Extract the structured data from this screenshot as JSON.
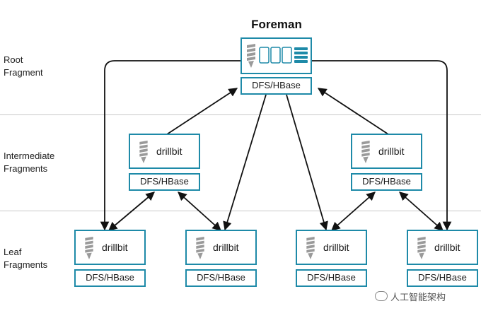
{
  "title": "Foreman",
  "layers": {
    "root": "Root\nFragment",
    "intermediate": "Intermediate\nFragments",
    "leaf": "Leaf\nFragments"
  },
  "storage_label": "DFS/HBase",
  "node_label": "drillbit",
  "watermark": "人工智能架构",
  "colors": {
    "box_border": "#1e8aa8",
    "arrow": "#111111",
    "icon": "#9a9a9a",
    "divider": "#c8c8c8"
  },
  "icons": {
    "drill": "drill-bit-icon",
    "foreman_panel": "foreman-panel-icon",
    "watermark": "chat-icon"
  }
}
